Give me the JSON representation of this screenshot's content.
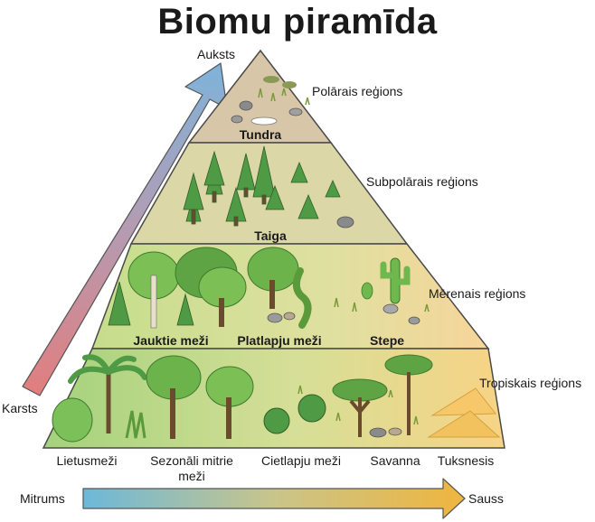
{
  "title": "Biomu piramīda",
  "axes": {
    "vertical_top": "Auksts",
    "vertical_bottom": "Karsts",
    "horizontal_left": "Mitrums",
    "horizontal_right": "Sauss"
  },
  "regions": [
    {
      "name": "Polārais reģions"
    },
    {
      "name": "Subpolārais reģions"
    },
    {
      "name": "Mērenais reģions"
    },
    {
      "name": "Tropiskais reģions"
    }
  ],
  "biomes": {
    "tundra": "Tundra",
    "taiga": "Taiga",
    "temperate": [
      "Jauktie meži",
      "Platlapju meži",
      "Stepe"
    ],
    "tropical": [
      "Lietusmeži",
      "Sezonāli mitrie meži",
      "Cietlapju meži",
      "Savanna",
      "Tuksnesis"
    ]
  },
  "colors": {
    "tundra": "#d8c7ab",
    "taiga": "#dcd8a8",
    "temperate_left": "#c9de8f",
    "temperate_right": "#f6d79b",
    "tropical_left": "#a9d37f",
    "tropical_right": "#f7d488",
    "arrow_cold": "#7fb4d9",
    "arrow_hot": "#e07f7f",
    "arrow_wet": "#6fb8d8",
    "arrow_dry": "#efb640",
    "outline": "#4a4a4a"
  }
}
